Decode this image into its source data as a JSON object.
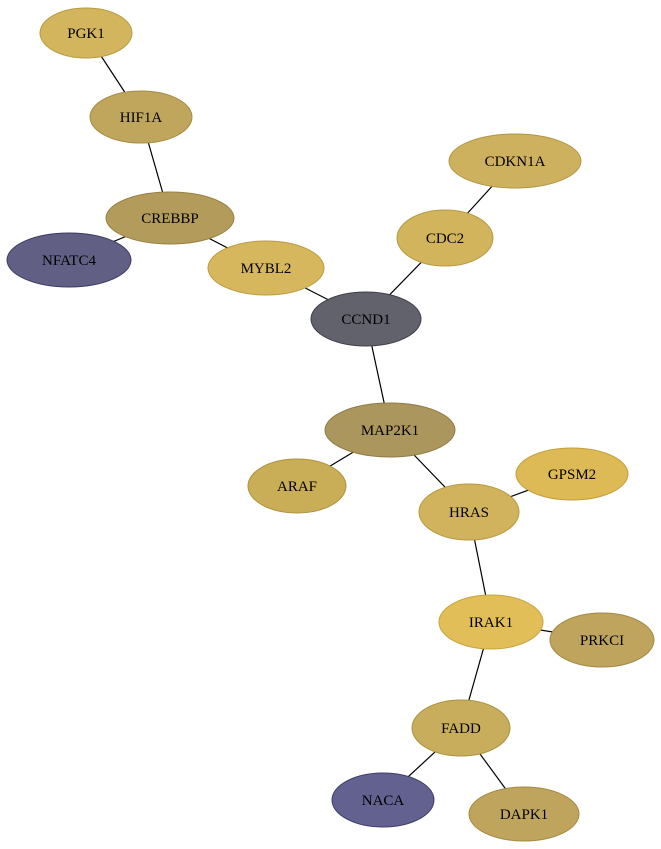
{
  "graph": {
    "nodes": [
      {
        "id": "PGK1",
        "label": "PGK1",
        "fill": "#d3b55d",
        "stroke": "#b89a3f"
      },
      {
        "id": "HIF1A",
        "label": "HIF1A",
        "fill": "#c0a65d",
        "stroke": "#a58b43"
      },
      {
        "id": "CREBBP",
        "label": "CREBBP",
        "fill": "#b39b5b",
        "stroke": "#978042"
      },
      {
        "id": "NFATC4",
        "label": "NFATC4",
        "fill": "#616084",
        "stroke": "#3c3c66"
      },
      {
        "id": "MYBL2",
        "label": "MYBL2",
        "fill": "#d6b75d",
        "stroke": "#bb9c3f"
      },
      {
        "id": "CDKN1A",
        "label": "CDKN1A",
        "fill": "#cdb15f",
        "stroke": "#b29642"
      },
      {
        "id": "CDC2",
        "label": "CDC2",
        "fill": "#d2b45d",
        "stroke": "#b7993f"
      },
      {
        "id": "CCND1",
        "label": "CCND1",
        "fill": "#62626c",
        "stroke": "#3f3f4b"
      },
      {
        "id": "MAP2K1",
        "label": "MAP2K1",
        "fill": "#ab965d",
        "stroke": "#8f7b43"
      },
      {
        "id": "ARAF",
        "label": "ARAF",
        "fill": "#c9ad57",
        "stroke": "#ae923d"
      },
      {
        "id": "GPSM2",
        "label": "GPSM2",
        "fill": "#ddba55",
        "stroke": "#c19f3b"
      },
      {
        "id": "HRAS",
        "label": "HRAS",
        "fill": "#d1b35d",
        "stroke": "#b6983f"
      },
      {
        "id": "IRAK1",
        "label": "IRAK1",
        "fill": "#e2be58",
        "stroke": "#c6a33c"
      },
      {
        "id": "PRKCI",
        "label": "PRKCI",
        "fill": "#bea45c",
        "stroke": "#a38941"
      },
      {
        "id": "FADD",
        "label": "FADD",
        "fill": "#c8ad5d",
        "stroke": "#ad9241"
      },
      {
        "id": "NACA",
        "label": "NACA",
        "fill": "#62618f",
        "stroke": "#3e3d6e"
      },
      {
        "id": "DAPK1",
        "label": "DAPK1",
        "fill": "#bea45c",
        "stroke": "#a38941"
      }
    ],
    "edges": [
      {
        "source": "PGK1",
        "target": "HIF1A"
      },
      {
        "source": "HIF1A",
        "target": "CREBBP"
      },
      {
        "source": "CREBBP",
        "target": "NFATC4"
      },
      {
        "source": "CREBBP",
        "target": "MYBL2"
      },
      {
        "source": "MYBL2",
        "target": "CCND1"
      },
      {
        "source": "CDKN1A",
        "target": "CDC2"
      },
      {
        "source": "CDC2",
        "target": "CCND1"
      },
      {
        "source": "CCND1",
        "target": "MAP2K1"
      },
      {
        "source": "MAP2K1",
        "target": "ARAF"
      },
      {
        "source": "MAP2K1",
        "target": "HRAS"
      },
      {
        "source": "HRAS",
        "target": "GPSM2"
      },
      {
        "source": "HRAS",
        "target": "IRAK1"
      },
      {
        "source": "IRAK1",
        "target": "PRKCI"
      },
      {
        "source": "IRAK1",
        "target": "FADD"
      },
      {
        "source": "FADD",
        "target": "NACA"
      },
      {
        "source": "FADD",
        "target": "DAPK1"
      }
    ]
  }
}
